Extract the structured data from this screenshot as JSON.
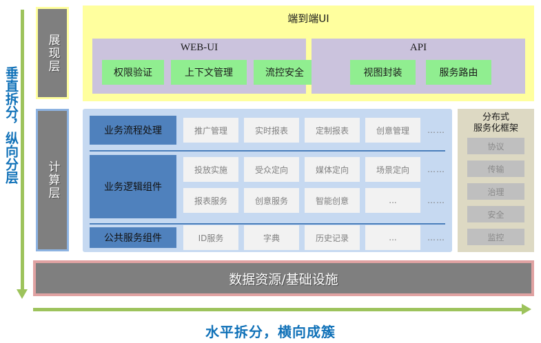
{
  "axes": {
    "vertical_label": "垂直拆分，纵向分层",
    "horizontal_label": "水平拆分，横向成簇",
    "accent_color": "#1071b8",
    "arrow_color": "#9dc35c"
  },
  "presentation_layer": {
    "chip_label": "展现层",
    "panel_title": "端到端UI",
    "panel_color": "#ffff9e",
    "groups": [
      {
        "name": "WEB-UI",
        "items": [
          "权限验证",
          "上下文管理",
          "流控安全"
        ]
      },
      {
        "name": "API",
        "items": [
          "视图封装",
          "服务路由"
        ]
      }
    ],
    "item_color": "#90ee90",
    "group_color": "#cbc3dd"
  },
  "compute_layer": {
    "chip_label": "计算层",
    "panel_color": "#c6d9f1",
    "block_color": "#4f81bd",
    "tile_color": "#f2f2f2",
    "ellipsis": "……",
    "dots": "...",
    "groups": [
      {
        "block_label": "业务流程处理",
        "rows": [
          [
            "推广管理",
            "实时报表",
            "定制报表",
            "创意管理"
          ]
        ]
      },
      {
        "block_label": "业务逻辑组件",
        "rows": [
          [
            "投放实施",
            "受众定向",
            "媒体定向",
            "场景定向"
          ],
          [
            "报表服务",
            "创意服务",
            "智能创意",
            "..."
          ]
        ]
      },
      {
        "block_label": "公共服务组件",
        "rows": [
          [
            "ID服务",
            "字典",
            "历史记录",
            "..."
          ]
        ]
      }
    ]
  },
  "framework_panel": {
    "title_line1": "分布式",
    "title_line2": "服务化框架",
    "panel_color": "#ddd9c3",
    "tile_color": "#bfbfbf",
    "items": [
      "协议",
      "传输",
      "治理",
      "安全",
      "监控"
    ]
  },
  "data_layer": {
    "label": "数据资源/基础设施",
    "fill_color": "#7f7f7f",
    "border_color": "#e0a2a2"
  }
}
